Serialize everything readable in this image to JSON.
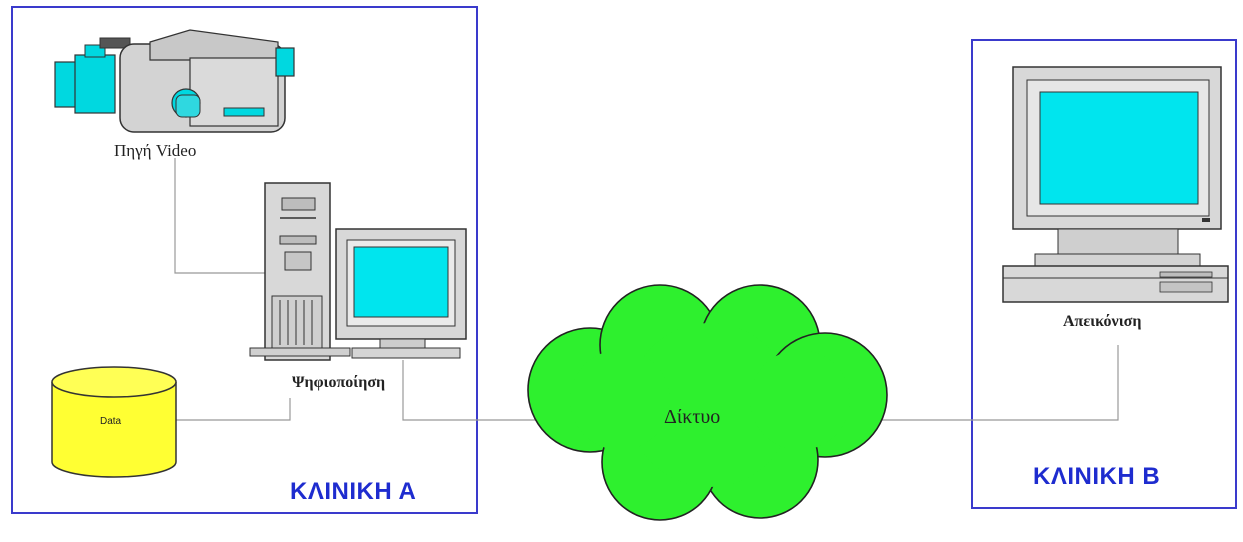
{
  "clinic_a": {
    "label": "ΚΛΙΝΙΚΗ Α"
  },
  "clinic_b": {
    "label": "ΚΛΙΝΙΚΗ Β"
  },
  "video_source": {
    "label": "Πηγή Video"
  },
  "digitization": {
    "label": "Ψηφιοποίηση"
  },
  "database": {
    "label": "Data"
  },
  "network": {
    "label": "Δίκτυο"
  },
  "display": {
    "label": "Απεικόνιση"
  },
  "colors": {
    "frame_border": "#3a3acc",
    "clinic_text": "#1e2ccf",
    "screen": "#00e5ee",
    "cloud": "#2ef02e",
    "database": "#ffff33",
    "device_body": "#d6d6d6",
    "connector": "#999999"
  }
}
